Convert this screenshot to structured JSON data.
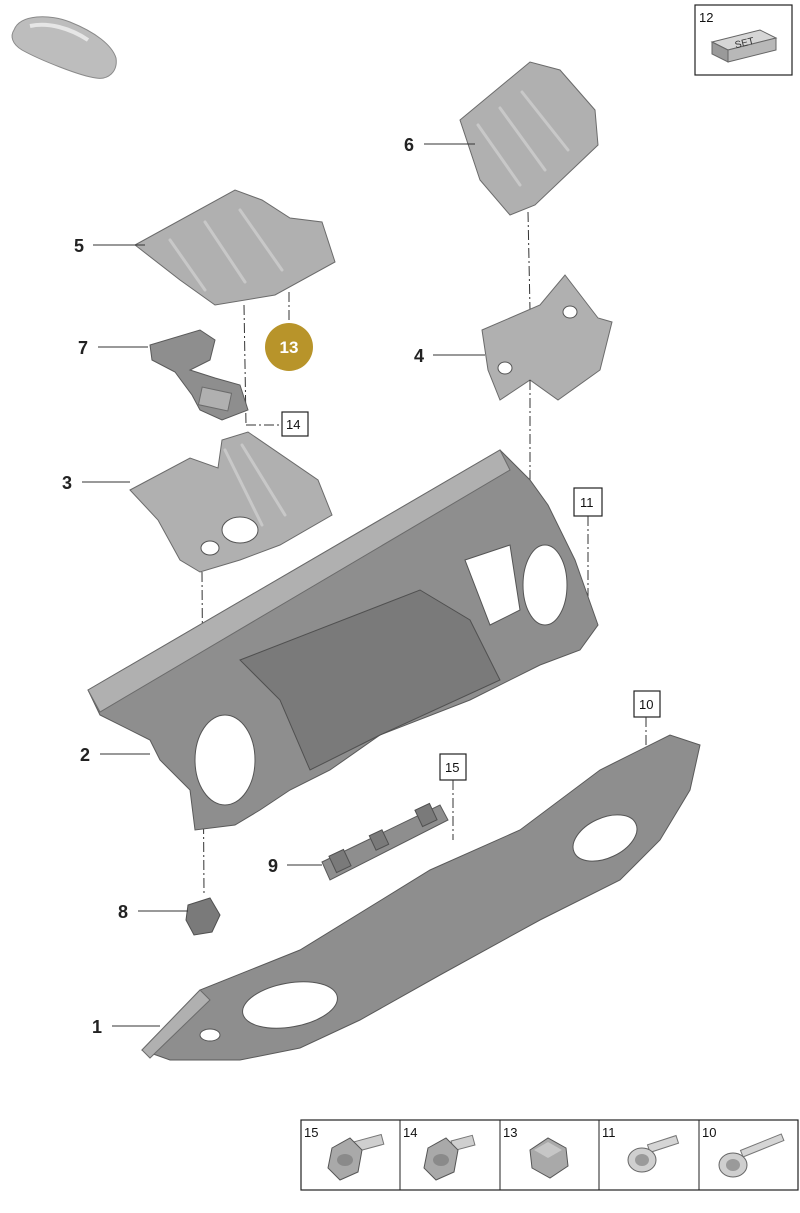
{
  "callouts": {
    "c1": "1",
    "c2": "2",
    "c3": "3",
    "c4": "4",
    "c5": "5",
    "c6": "6",
    "c7": "7",
    "c8": "8",
    "c9": "9"
  },
  "boxed": {
    "b10": "10",
    "b11": "11",
    "b14": "14",
    "b15": "15"
  },
  "badge": {
    "label": "13",
    "color": "#b8942a"
  },
  "set_box": {
    "number": "12",
    "label": "SET"
  },
  "fasteners": [
    {
      "label": "15",
      "icon": "bolt-flange-icon"
    },
    {
      "label": "14",
      "icon": "bolt-flange-icon"
    },
    {
      "label": "13",
      "icon": "nut-cap-icon"
    },
    {
      "label": "11",
      "icon": "screw-washer-icon"
    },
    {
      "label": "10",
      "icon": "screw-washer-long-icon"
    }
  ]
}
